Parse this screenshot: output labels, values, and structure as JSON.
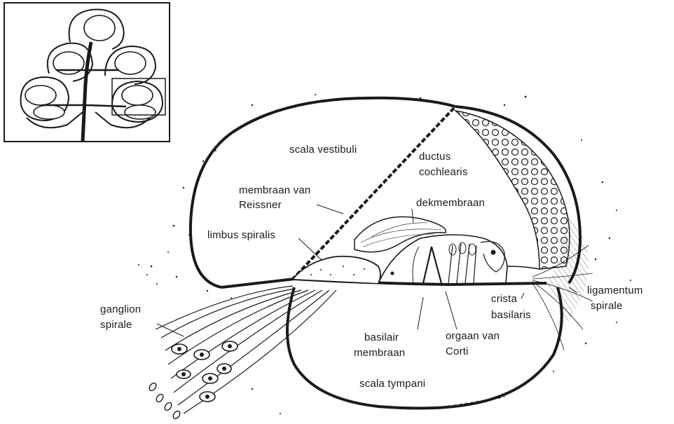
{
  "labels": {
    "scala_vestibuli": "scala vestibuli",
    "ductus_cochlearis_1": "ductus",
    "ductus_cochlearis_2": "cochlearis",
    "membraan_reissner_1": "membraan van",
    "membraan_reissner_2": "Reissner",
    "dekmembraan": "dekmembraan",
    "limbus_spiralis": "limbus spiralis",
    "ganglion_spirale_1": "ganglion",
    "ganglion_spirale_2": "spirale",
    "crista_basilaris_1": "crista",
    "crista_basilaris_2": "basilaris",
    "ligamentum_spirale_1": "ligamentum",
    "ligamentum_spirale_2": "spirale",
    "basilair_membraan_1": "basilair",
    "basilair_membraan_2": "membraan",
    "orgaan_van_corti_1": "orgaan van",
    "orgaan_van_corti_2": "Corti",
    "scala_tympani": "scala tympani"
  },
  "colors": {
    "ink": "#1a1a1a",
    "paper": "#ffffff"
  }
}
